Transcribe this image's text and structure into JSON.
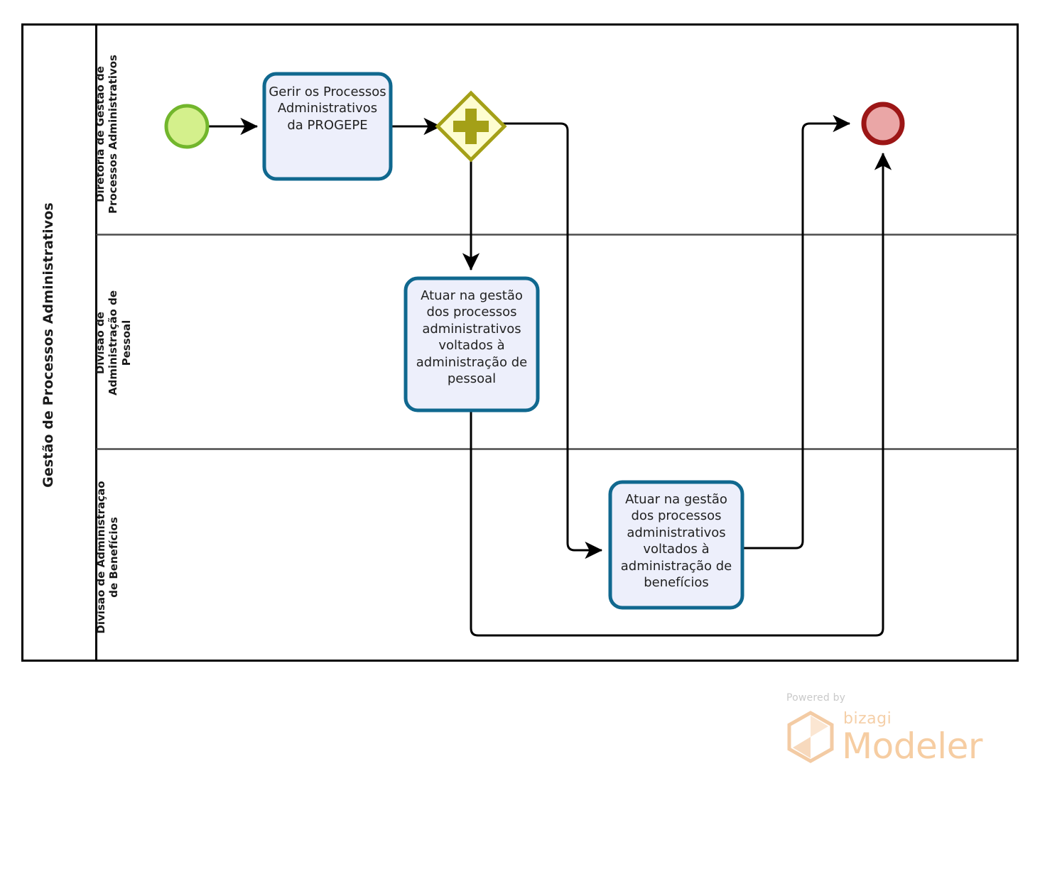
{
  "diagram": {
    "type": "bpmn-process-diagram",
    "pool": {
      "name": "Gestão de Processos Administrativos"
    },
    "lanes": [
      {
        "id": "lane-diretoria",
        "name": "Diretoria de Gestão de Processos Administrativos"
      },
      {
        "id": "lane-pessoal",
        "name": "Divisão de Administração de Pessoal"
      },
      {
        "id": "lane-beneficios",
        "name": "Divisão de Administração de Benefícios"
      }
    ],
    "nodes": [
      {
        "id": "start-event",
        "kind": "start-event",
        "lane": "lane-diretoria",
        "label": ""
      },
      {
        "id": "task-gerir",
        "kind": "task",
        "lane": "lane-diretoria",
        "label": "Gerir os Processos Administrativos da PROGEPE"
      },
      {
        "id": "gateway-parallel",
        "kind": "parallel-gateway",
        "lane": "lane-diretoria",
        "label": ""
      },
      {
        "id": "task-pessoal",
        "kind": "task",
        "lane": "lane-pessoal",
        "label": "Atuar na gestão dos processos administrativos voltados à administração de pessoal"
      },
      {
        "id": "task-beneficios",
        "kind": "task",
        "lane": "lane-beneficios",
        "label": "Atuar na gestão dos processos administrativos voltados à administração de benefícios"
      },
      {
        "id": "end-event",
        "kind": "end-event",
        "lane": "lane-diretoria",
        "label": ""
      }
    ],
    "flows": [
      {
        "id": "flow-start-gerir",
        "from": "start-event",
        "to": "task-gerir",
        "label": ""
      },
      {
        "id": "flow-gerir-gateway",
        "from": "task-gerir",
        "to": "gateway-parallel",
        "label": ""
      },
      {
        "id": "flow-gateway-pessoal",
        "from": "gateway-parallel",
        "to": "task-pessoal",
        "label": ""
      },
      {
        "id": "flow-gateway-beneficios",
        "from": "gateway-parallel",
        "to": "task-beneficios",
        "label": ""
      },
      {
        "id": "flow-beneficios-end",
        "from": "task-beneficios",
        "to": "end-event",
        "label": ""
      },
      {
        "id": "flow-pessoal-end",
        "from": "task-pessoal",
        "to": "end-event",
        "label": ""
      }
    ],
    "colors": {
      "task_border": "#10688F",
      "task_fill": "#EDEFFB",
      "gateway_border": "#A4A017",
      "gateway_fill": "#FDFDD0",
      "gateway_symbol": "#A4A017",
      "start_border": "#72B62C",
      "start_fill": "#D4F08C",
      "end_border": "#9C1616",
      "end_fill": "#EAA6A6",
      "flow_line": "#000000",
      "pool_border": "#000000",
      "lane_border": "#4D4D4D"
    }
  },
  "footer": {
    "powered_by": "Powered by",
    "brand": "bizagi",
    "product": "Modeler"
  }
}
